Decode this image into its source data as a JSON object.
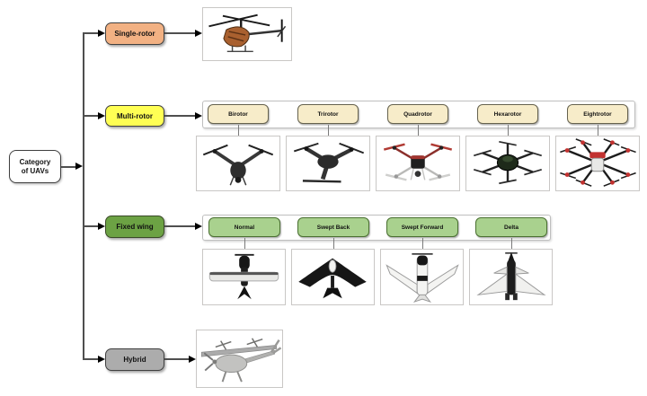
{
  "root": {
    "line1": "Category",
    "line2": "of UAVs"
  },
  "branches": [
    {
      "id": "single_rotor",
      "label": "Single-rotor",
      "color": "#F2B183",
      "image": "single-rotor-helicopter-image"
    },
    {
      "id": "multi_rotor",
      "label": "Multi-rotor",
      "color": "#FFFF54",
      "subtypes": [
        "Birotor",
        "Trirotor",
        "Quadrotor",
        "Hexarotor",
        "Eightrotor"
      ],
      "images": [
        "birotor-drone-image",
        "trirotor-drone-image",
        "quadrotor-drone-image",
        "hexarotor-drone-image",
        "eightrotor-drone-image"
      ]
    },
    {
      "id": "fixed_wing",
      "label": "Fixed wing",
      "color": "#6CA244",
      "subtypes": [
        "Normal",
        "Swept Back",
        "Swept Forward",
        "Delta"
      ],
      "images": [
        "normal-wing-plane-image",
        "swept-back-wing-image",
        "swept-forward-wing-image",
        "delta-wing-image"
      ]
    },
    {
      "id": "hybrid",
      "label": "Hybrid",
      "color": "#ACACAC",
      "image": "hybrid-vtol-image"
    }
  ],
  "colors": {
    "single_rotor_fill": "#F2B183",
    "multi_rotor_fill": "#FFFF54",
    "multi_rotor_subtype_fill": "#F7ECC9",
    "fixed_wing_fill": "#6CA244",
    "fixed_wing_subtype_fill": "#A9D18E",
    "hybrid_fill": "#ACACAC",
    "root_fill": "#FFFFFF",
    "connector": "#4F4F4F"
  }
}
